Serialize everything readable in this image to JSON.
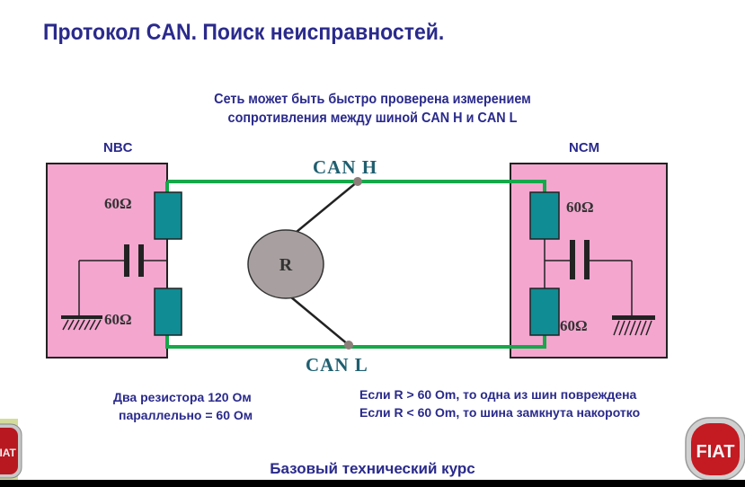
{
  "title": "Протокол CAN.  Поиск неисправностей.",
  "subtitle": {
    "line1": "Сеть может быть быстро проверена измерением",
    "line2": "сопротивления между шиной CAN H  и CAN L"
  },
  "nodes": {
    "left": {
      "name": "NBC",
      "resistor_top": "60Ω",
      "resistor_bottom": "60Ω"
    },
    "right": {
      "name": "NCM",
      "resistor_top": "60Ω",
      "resistor_bottom": "60Ω"
    }
  },
  "bus": {
    "high_label": "CAN H",
    "low_label": "CAN L",
    "meter_label": "R"
  },
  "notes": {
    "left_line1": "Два резистора 120 Ом",
    "left_line2": "параллельно  = 60 Ом",
    "right_line1": "Если R > 60  Om, то одна из шин повреждена",
    "right_line2": "Если R < 60  Om, то шина замкнута накоротко"
  },
  "footer": "Базовый технический курс",
  "logos": {
    "left": "FIAT",
    "right": "FIAT"
  },
  "colors": {
    "text": "#2a2a8c",
    "module_fill": "#f4a6cf",
    "resistor_fill": "#0f8c94",
    "wire": "#16a84a",
    "meter_fill": "#a8a0a0",
    "bus_label": "#1f5f70",
    "logo_red": "#c41a22"
  }
}
